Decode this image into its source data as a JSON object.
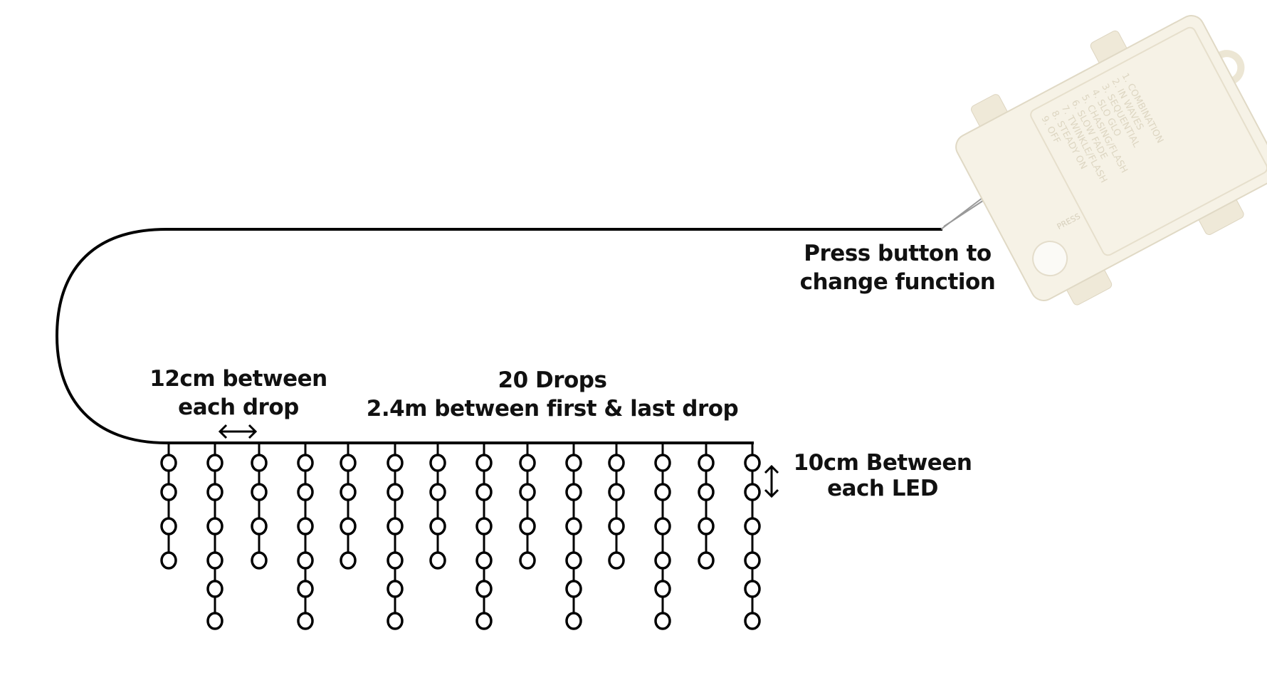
{
  "labels": {
    "button_line1": "Press button to",
    "button_line2": "change function",
    "drop_spacing_line1": "12cm between",
    "drop_spacing_line2": "each drop",
    "drops_line1": "20 Drops",
    "drops_line2": "2.4m between first & last drop",
    "led_spacing_line1": "10cm Between",
    "led_spacing_line2": "each LED"
  },
  "controller": {
    "press_label": "PRESS",
    "modes": [
      "1. COMBINATION",
      "2. IN WAVES",
      "3. SEQUENTIAL",
      "4. SLO GLO",
      "5. CHASING/FLASH",
      "6. SLOW FADE",
      "7. TWINKLE/FLASH",
      "8. STEADY ON",
      "9. OFF"
    ],
    "body_color": "#f6f2e6"
  },
  "drops": {
    "leds_per_drop": [
      4,
      6,
      4,
      6,
      4,
      6,
      4,
      6,
      4,
      6,
      4,
      6,
      4,
      6
    ]
  }
}
